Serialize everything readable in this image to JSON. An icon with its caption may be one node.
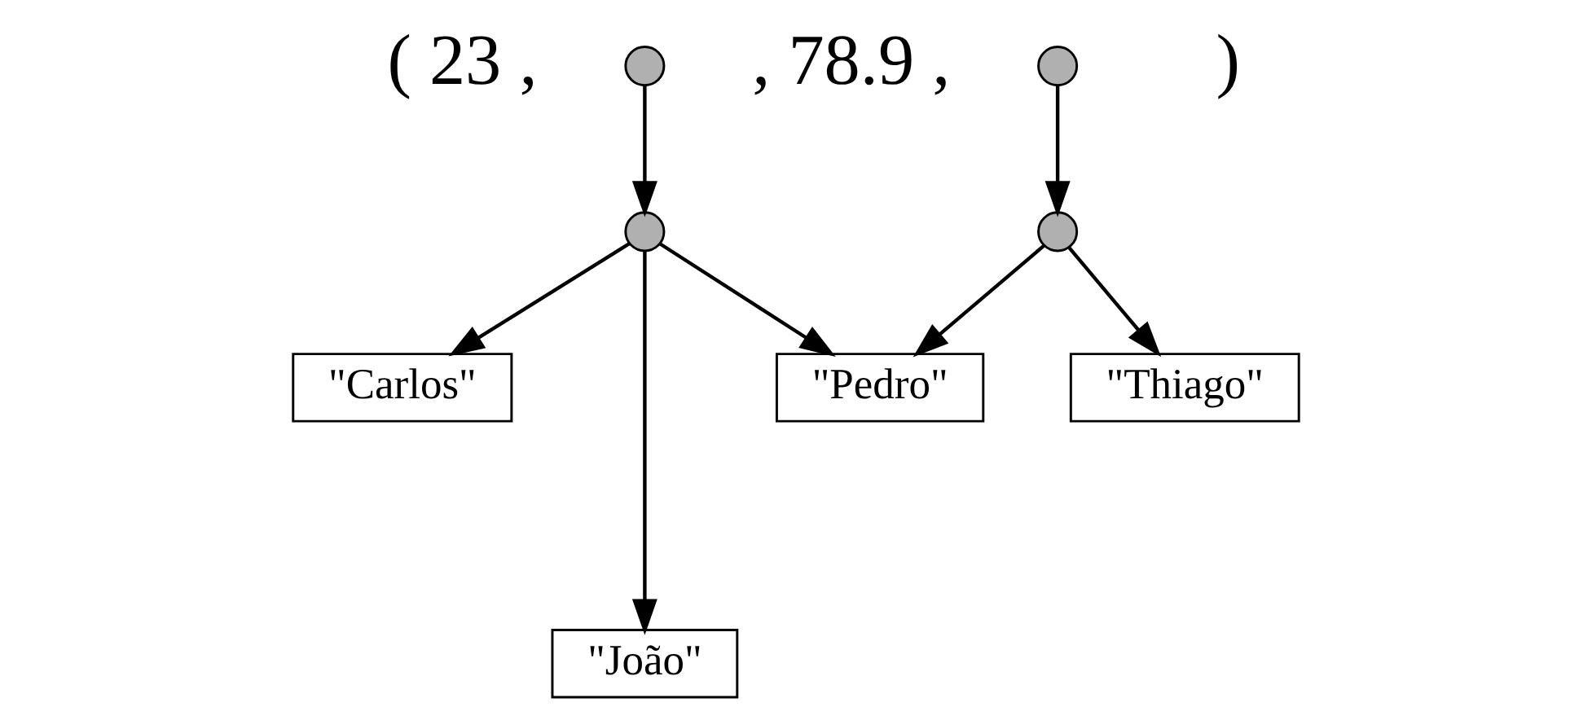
{
  "diagram": {
    "nodes": [
      {
        "text": [],
        "shape": "circle"
      },
      {
        "text": [],
        "shape": "circle"
      },
      {
        "text": [],
        "shape": "circle"
      },
      {
        "text": [],
        "shape": "circle"
      },
      {
        "text": [
          "\"Carlos\""
        ]
      },
      {
        "text": [
          "\"João\""
        ]
      },
      {
        "text": [
          "\"Pedro\""
        ]
      },
      {
        "text": [
          "\"Thiago\""
        ]
      }
    ],
    "edges": [
      {
        "from": 0,
        "to": 2,
        "arrow": "to"
      },
      {
        "from": 1,
        "to": 3,
        "arrow": "to"
      },
      {
        "from": 2,
        "to": 4,
        "arrow": "to"
      },
      {
        "from": 2,
        "to": 5,
        "arrow": "to"
      },
      {
        "from": 2,
        "to": 6,
        "arrow": "to"
      },
      {
        "from": 3,
        "to": 6,
        "arrow": "to"
      },
      {
        "from": 3,
        "to": 7,
        "arrow": "to"
      }
    ],
    "labels": [
      "( 23 ,",
      ", 78.9 ,",
      ")"
    ]
  }
}
